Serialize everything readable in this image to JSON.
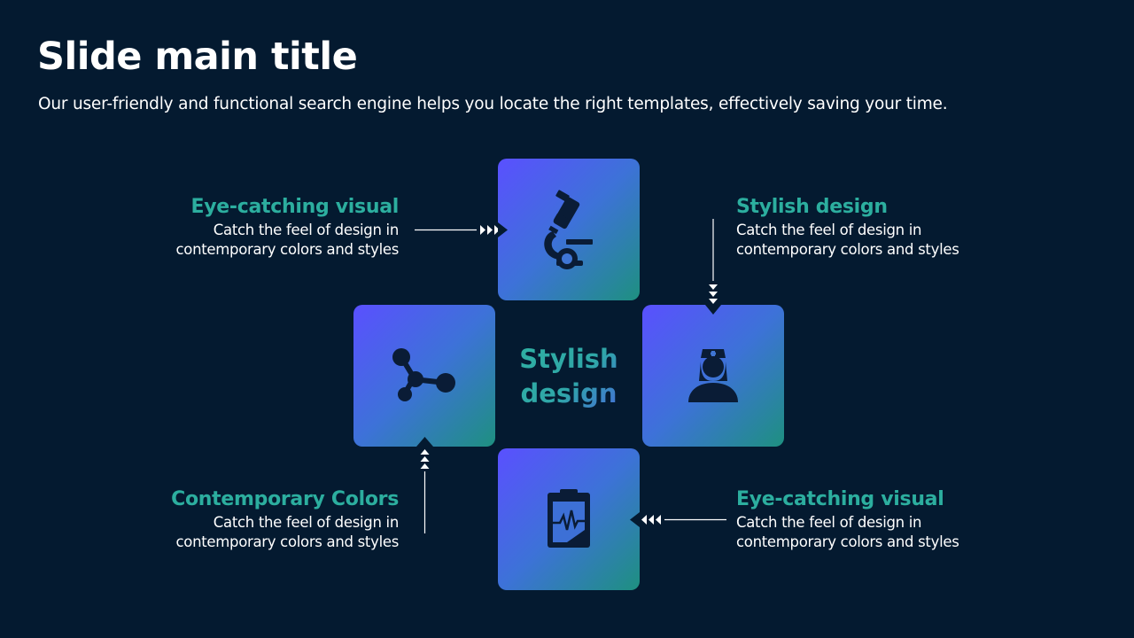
{
  "slide": {
    "title": "Slide main title",
    "subtitle": "Our user-friendly and functional search engine helps you locate the right templates, effectively saving your time."
  },
  "center_label": {
    "line1": "Stylish",
    "line2": "design"
  },
  "blocks": [
    {
      "heading": "Eye-catching visual",
      "line1": "Catch the feel of design in",
      "line2": "contemporary colors and styles"
    },
    {
      "heading": "Stylish design",
      "line1": "Catch the feel of design in",
      "line2": "contemporary colors and styles"
    },
    {
      "heading": "Contemporary Colors",
      "line1": "Catch the feel of design in",
      "line2": "contemporary colors and styles"
    },
    {
      "heading": "Eye-catching visual",
      "line1": "Catch the feel of design in",
      "line2": "contemporary colors and styles"
    }
  ],
  "tiles": [
    {
      "icon": "microscope-icon"
    },
    {
      "icon": "nurse-icon"
    },
    {
      "icon": "molecule-icon"
    },
    {
      "icon": "clipboard-ecg-icon"
    }
  ],
  "colors": {
    "background": "#041a30",
    "accent_teal": "#2cae9f",
    "tile_gradient_start": "#5a50ff",
    "tile_gradient_end": "#1e9080",
    "icon_fill": "#0a1c36"
  }
}
